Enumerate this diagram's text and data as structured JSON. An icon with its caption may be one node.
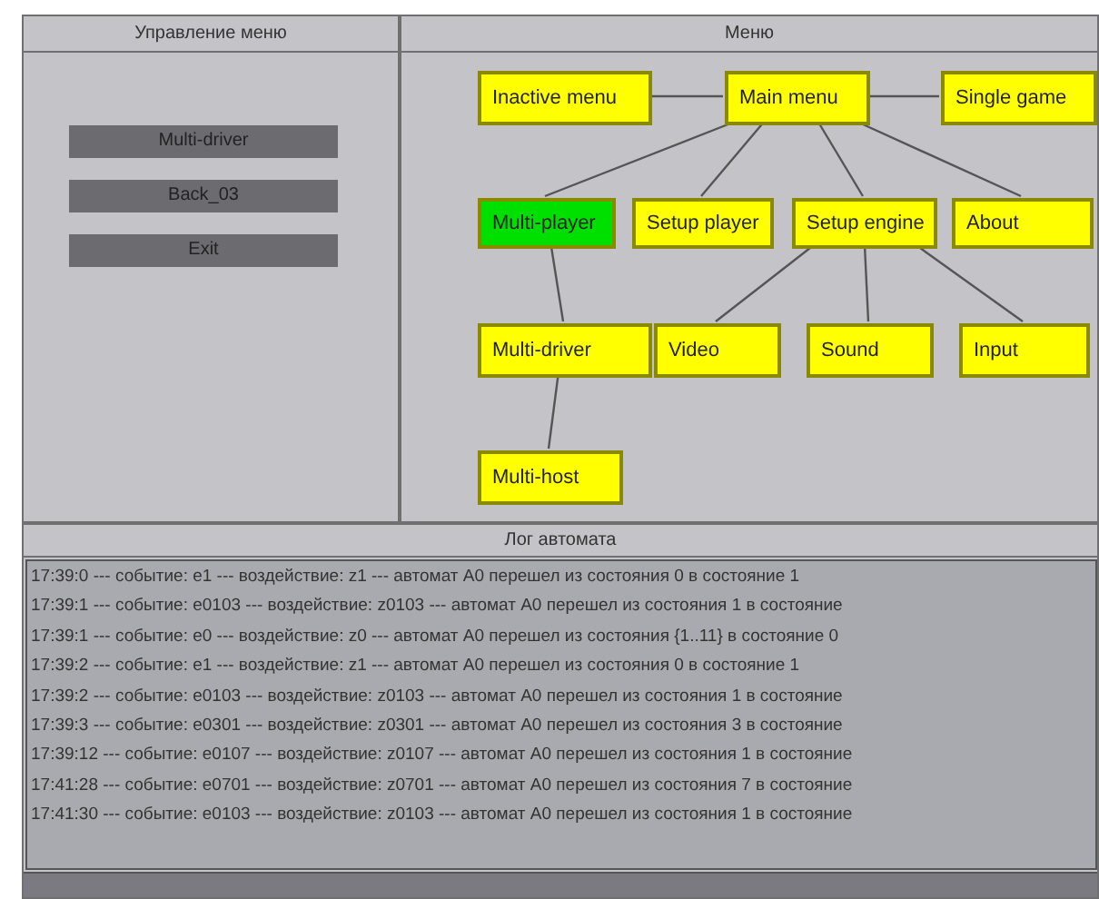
{
  "diagram": {
    "nodes": [
      {
        "text": [
          "Управление меню"
        ]
      },
      {
        "text": [
          "Multi-driver"
        ],
        "in": 0
      },
      {
        "text": [
          "Back_03"
        ],
        "in": 0
      },
      {
        "text": [
          "Exit"
        ],
        "in": 0
      },
      {
        "text": [
          "Меню"
        ]
      },
      {
        "text": [
          "Inactive menu"
        ],
        "in": 4
      },
      {
        "text": [
          "Main menu"
        ],
        "in": 4
      },
      {
        "text": [
          "Single game"
        ],
        "in": 4
      },
      {
        "text": [
          "Multi-player"
        ],
        "in": 4
      },
      {
        "text": [
          "Setup player"
        ],
        "in": 4
      },
      {
        "text": [
          "Setup engine"
        ],
        "in": 4
      },
      {
        "text": [
          "About"
        ],
        "in": 4
      },
      {
        "text": [
          "Multi-driver"
        ],
        "in": 4
      },
      {
        "text": [
          "Video"
        ],
        "in": 4
      },
      {
        "text": [
          "Sound"
        ],
        "in": 4
      },
      {
        "text": [
          "Input"
        ],
        "in": 4
      },
      {
        "text": [
          "Multi-host"
        ],
        "in": 4
      },
      {
        "text": [
          "Лог автомата",
          "17:39:0 --- событие: e1 --- воздействие: z1 --- автомат A0 перешел из состояния 0 в состояние 1",
          "17:39:1 --- событие: e0103 --- воздействие: z0103 --- автомат A0 перешел из состояния 1 в состояние",
          "17:39:1 --- событие: e0 --- воздействие: z0 --- автомат A0 перешел из состояния {1..11} в состояние 0",
          "17:39:2 --- событие: e1 --- воздействие: z1 --- автомат A0 перешел из состояния 0 в состояние 1",
          "17:39:2 --- событие: e0103 --- воздействие: z0103 --- автомат A0 перешел из состояния 1 в состояние",
          "17:39:3 --- событие: e0301 --- воздействие: z0301 --- автомат A0 перешел из состояния 3 в состояние",
          "17:39:12 --- событие: e0107 --- воздействие: z0107 --- автомат A0 перешел из состояния 1 в состояние",
          "17:41:28 --- событие: e0701 --- воздействие: z0701 --- автомат A0 перешел из состояния 7 в состояние",
          "17:41:30 --- событие: e0103 --- воздействие: z0103 --- автомат A0 перешел из состояния 1 в состояние"
        ]
      }
    ],
    "edges": [
      {
        "from": 6,
        "to": 5,
        "arrow": "none"
      },
      {
        "from": 6,
        "to": 7,
        "arrow": "none"
      },
      {
        "from": 6,
        "to": 8,
        "arrow": "none"
      },
      {
        "from": 6,
        "to": 9,
        "arrow": "none"
      },
      {
        "from": 6,
        "to": 10,
        "arrow": "none"
      },
      {
        "from": 6,
        "to": 11,
        "arrow": "none"
      },
      {
        "from": 8,
        "to": 12,
        "arrow": "none"
      },
      {
        "from": 10,
        "to": 13,
        "arrow": "none"
      },
      {
        "from": 10,
        "to": 14,
        "arrow": "none"
      },
      {
        "from": 10,
        "to": 15,
        "arrow": "none"
      },
      {
        "from": 12,
        "to": 16,
        "arrow": "none"
      }
    ]
  }
}
